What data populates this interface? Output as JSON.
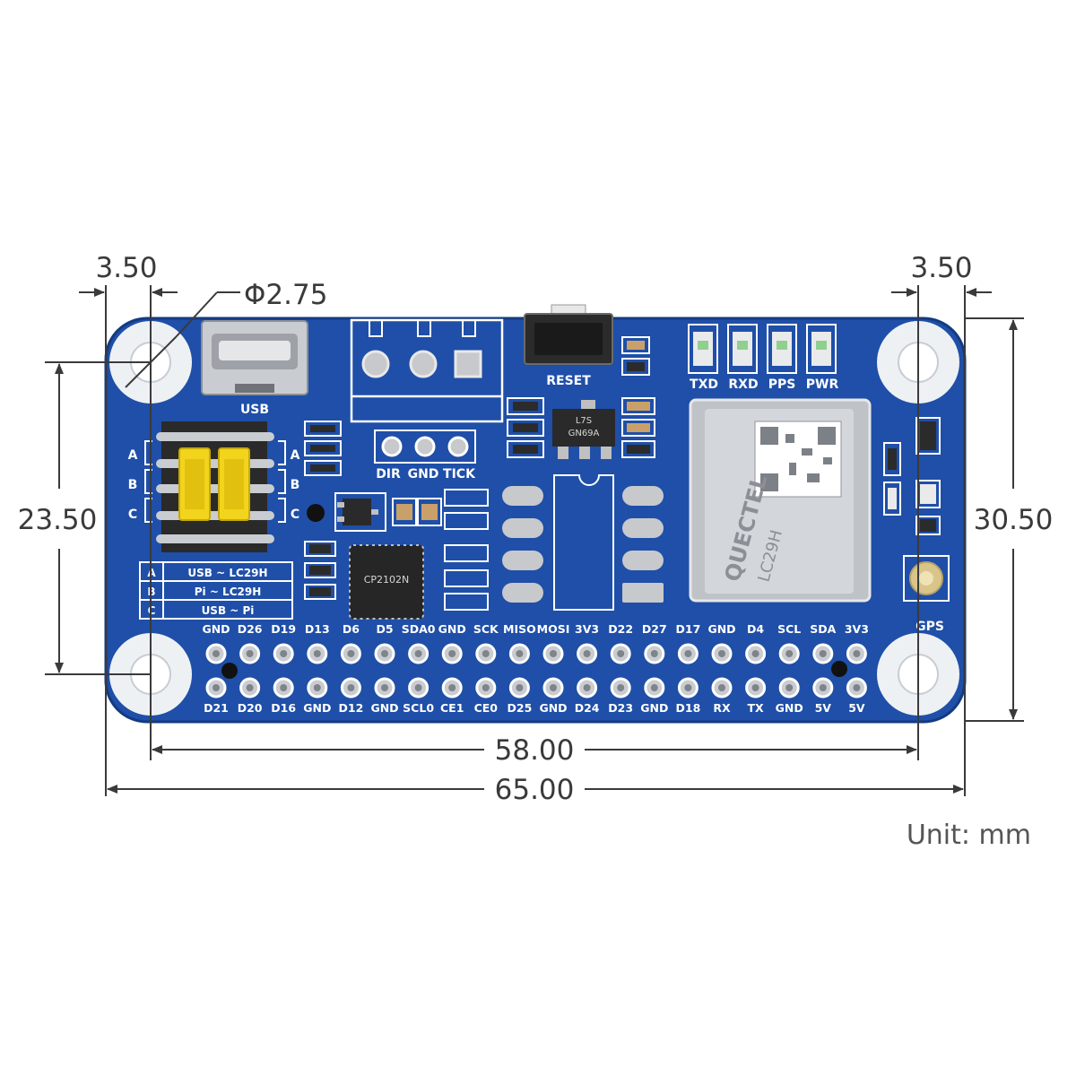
{
  "dimensions": {
    "hole_offset_left": "3.50",
    "hole_offset_right": "3.50",
    "hole_diameter": "Φ2.75",
    "hole_spacing_vertical": "23.50",
    "board_height": "30.50",
    "hole_spacing_horizontal": "58.00",
    "board_width": "65.00",
    "unit": "Unit: mm"
  },
  "board": {
    "usb_label": "USB",
    "reset_label": "RESET",
    "leds": [
      "TXD",
      "RXD",
      "PPS",
      "PWR"
    ],
    "terminal_labels": [
      "DIR",
      "GND",
      "TICK"
    ],
    "jumper_rows": [
      "A",
      "B",
      "C"
    ],
    "jumper_table": [
      {
        "key": "A",
        "desc": "USB ~ LC29H"
      },
      {
        "key": "B",
        "desc": "Pi ~ LC29H"
      },
      {
        "key": "C",
        "desc": "USB ~ Pi"
      }
    ],
    "module": {
      "brand": "QUECTEL",
      "model": "LC29H"
    },
    "gps_label": "GPS",
    "regulator_text": [
      "L7S",
      "GN69A"
    ],
    "top_pins": [
      "GND",
      "D26",
      "D19",
      "D13",
      "D6",
      "D5",
      "SDA0",
      "GND",
      "SCK",
      "MISO",
      "MOSI",
      "3V3",
      "D22",
      "D27",
      "D17",
      "GND",
      "D4",
      "SCL",
      "SDA",
      "3V3"
    ],
    "bottom_pins": [
      "D21",
      "D20",
      "D16",
      "GND",
      "D12",
      "GND",
      "SCL0",
      "CE1",
      "CE0",
      "D25",
      "GND",
      "D24",
      "D23",
      "GND",
      "D18",
      "RX",
      "TX",
      "GND",
      "5V",
      "5V"
    ]
  },
  "colors": {
    "pcb": "#1f4fa8",
    "pcb_dark": "#173f8c",
    "silk": "#ffffff",
    "jumper": "#f2d41c",
    "dimension": "#3a3a3a"
  }
}
